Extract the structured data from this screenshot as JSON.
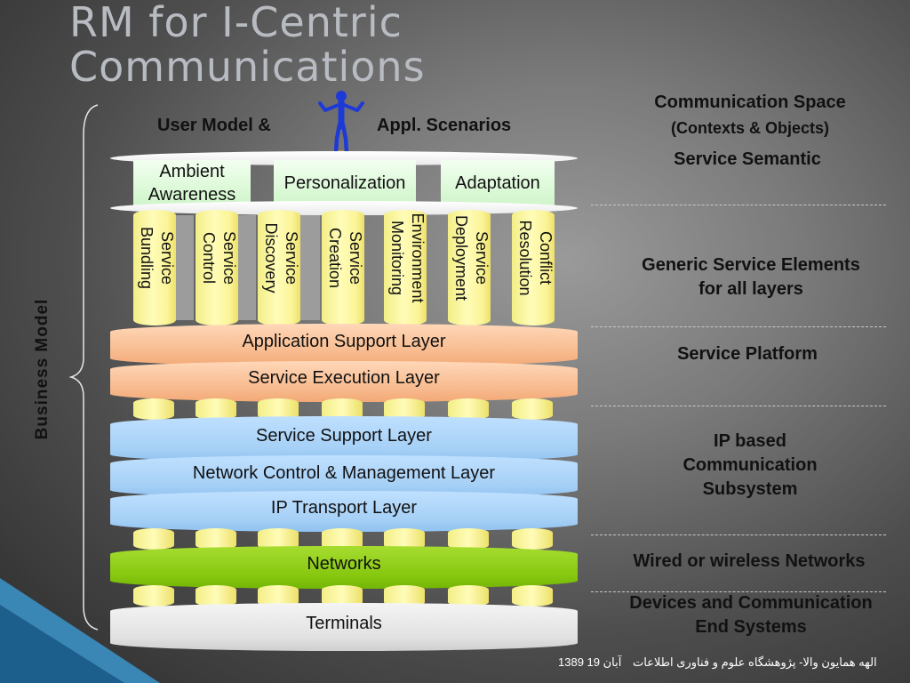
{
  "slide": {
    "title_line1": "RM for I-Centric",
    "title_line2": "Communications"
  },
  "header": {
    "user_model": "User Model &",
    "appl_scenarios": "Appl. Scenarios"
  },
  "top_boxes": [
    {
      "line1": "Ambient",
      "line2": "Awareness"
    },
    {
      "line1": "Personalization",
      "line2": ""
    },
    {
      "line1": "Adaptation",
      "line2": ""
    }
  ],
  "columns": [
    {
      "line1": "Service",
      "line2": "Bundling"
    },
    {
      "line1": "Service",
      "line2": "Control"
    },
    {
      "line1": "Service",
      "line2": "Discovery"
    },
    {
      "line1": "Service",
      "line2": "Creation"
    },
    {
      "line1": "Environment",
      "line2": "Monitoring"
    },
    {
      "line1": "Service",
      "line2": "Deployment"
    },
    {
      "line1": "Conflict",
      "line2": "Resolution"
    }
  ],
  "layers": {
    "application_support": "Application Support Layer",
    "service_execution": "Service Execution Layer",
    "service_support": "Service Support Layer",
    "network_control": "Network Control & Management Layer",
    "ip_transport": "IP Transport Layer",
    "networks": "Networks",
    "terminals": "Terminals"
  },
  "side_label": "Business Model",
  "right_labels": {
    "comm_space": "Communication Space",
    "contexts": "(Contexts & Objects)",
    "service_semantic": "Service Semantic",
    "generic_line1": "Generic Service Elements",
    "generic_line2": "for all layers",
    "service_platform": "Service Platform",
    "ip_line1": "IP based",
    "ip_line2": "Communication",
    "ip_line3": "Subsystem",
    "wired": "Wired or wireless Networks",
    "devices_line1": "Devices and Communication",
    "devices_line2": "End Systems"
  },
  "footer": {
    "date": "1389 آبان 19",
    "author": "الهه همایون والا- پژوهشگاه علوم و فناوری اطلاعات"
  },
  "colors": {
    "title": "#b8bcc2",
    "peach_layer": "#f7b98c",
    "blue_layer": "#a6d0f6",
    "green_layer": "#86c70f",
    "column_yellow": "#fffcb8",
    "top_box_green": "#cff5c9"
  }
}
